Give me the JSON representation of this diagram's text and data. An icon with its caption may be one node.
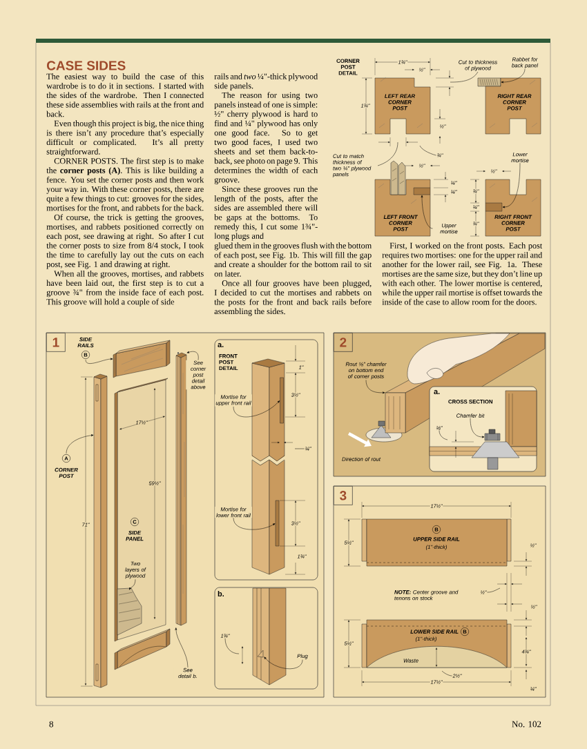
{
  "diagram": {
    "title": "CASE SIDES",
    "nodes": [
      {
        "text": [
          "LEFT REAR CORNER POST"
        ]
      },
      {
        "text": [
          "Cut to thickness of plywood"
        ]
      },
      {
        "text": [
          "Rabbet for back panel"
        ]
      },
      {
        "text": [],
        "shape": "picture"
      },
      {
        "text": [
          "RIGHT REAR CORNER POST"
        ]
      },
      {
        "text": [
          "Cut to match thickness of two ¼\" plywood panels"
        ]
      },
      {
        "text": [
          "Lower mortise"
        ]
      },
      {
        "text": [
          "LEFT FRONT CORNER POST"
        ]
      },
      {
        "text": [],
        "shape": "box",
        "in": 7
      },
      {
        "text": [
          "Upper mortise"
        ]
      },
      {
        "text": [
          "RIGHT FRONT CORNER POST"
        ]
      },
      {
        "text": [],
        "shape": "box",
        "in": 10
      },
      {
        "text": [
          "1"
        ]
      },
      {
        "text": [
          "SIDE RAILS",
          "B"
        ],
        "in": 12
      },
      {
        "text": [],
        "shape": "picture",
        "in": 12
      },
      {
        "text": [
          "A",
          "CORNER POST"
        ],
        "in": 12
      },
      {
        "text": [],
        "shape": "picture",
        "in": 12
      },
      {
        "text": [
          "SIDE PANEL"
        ],
        "in": 12
      },
      {
        "text": [
          "Two layers of plywood"
        ],
        "in": 17
      },
      {
        "text": [],
        "shape": "picture",
        "in": 17
      },
      {
        "text": [],
        "shape": "picture",
        "in": 12
      },
      {
        "text": [],
        "shape": "picture",
        "in": 12
      },
      {
        "text": [
          "See corner post detail above"
        ],
        "in": 12
      },
      {
        "text": [
          "See detail b."
        ],
        "in": 12
      },
      {
        "text": [
          "a.",
          "FRONT POST DETAIL"
        ],
        "in": 12
      },
      {
        "text": [
          "Mortise for upper front rail"
        ],
        "in": 24
      },
      {
        "text": [],
        "shape": "box",
        "in": 24
      },
      {
        "text": [
          "Mortise for lower front rail"
        ],
        "in": 24
      },
      {
        "text": [],
        "shape": "box",
        "in": 24
      },
      {
        "text": [
          "b."
        ],
        "in": 12
      },
      {
        "text": [
          "Plug"
        ],
        "in": 29
      },
      {
        "text": [],
        "shape": "picture",
        "in": 29
      },
      {
        "text": [
          "2"
        ]
      },
      {
        "text": [
          "Rout ⅛\" chamfer on bottom end of corner posts"
        ],
        "in": 32
      },
      {
        "text": [],
        "shape": "picture",
        "in": 32
      },
      {
        "text": [
          "a.",
          "CROSS SECTION"
        ],
        "in": 32
      },
      {
        "text": [
          "Chamfer bit"
        ],
        "in": 35
      },
      {
        "text": [],
        "shape": "picture",
        "in": 35
      },
      {
        "text": [
          "3"
        ]
      },
      {
        "text": [
          "B",
          "UPPER SIDE RAIL",
          "(1\"-thick)"
        ],
        "in": 38
      },
      {
        "text": [
          "LOWER SIDE RAIL",
          "B",
          "(1\"-thick)"
        ],
        "in": 38
      },
      {
        "text": [
          "Waste"
        ],
        "in": 40
      },
      {
        "text": [
          "¾\""
        ]
      },
      {
        "text": [
          "¼\""
        ],
        "in": 24
      },
      {
        "text": [
          "1¾\""
        ],
        "in": 29
      },
      {
        "text": [
          "⅛\""
        ],
        "in": 35
      },
      {
        "text": [
          "½\""
        ],
        "in": 38
      },
      {
        "text": [
          "2½\""
        ],
        "in": 38
      },
      {
        "text": [
          "C"
        ],
        "in": 17
      }
    ],
    "edges": [
      {
        "from": 1,
        "to": null,
        "arrow": "none"
      },
      {
        "from": 2,
        "to": 3,
        "arrow": "to"
      },
      {
        "from": 5,
        "to": null,
        "arrow": "none"
      },
      {
        "from": 6,
        "to": 11,
        "arrow": "to"
      },
      {
        "from": 9,
        "to": 8,
        "arrow": "to"
      },
      {
        "from": 13,
        "to": 14,
        "arrow": "to"
      },
      {
        "from": 15,
        "to": 16,
        "arrow": "to"
      },
      {
        "from": 18,
        "to": 19,
        "arrow": "to"
      },
      {
        "from": 22,
        "to": 21,
        "arrow": "to"
      },
      {
        "from": 23,
        "to": 21,
        "arrow": "to"
      },
      {
        "from": 25,
        "to": 26,
        "arrow": "to"
      },
      {
        "from": 27,
        "to": 28,
        "arrow": "to"
      },
      {
        "from": 30,
        "to": 31,
        "arrow": "to"
      },
      {
        "from": 33,
        "to": 34,
        "arrow": "to"
      },
      {
        "from": 36,
        "to": 37,
        "arrow": "to"
      },
      {
        "from": 42,
        "to": null,
        "arrow": "none"
      },
      {
        "from": 43,
        "to": null,
        "arrow": "none"
      },
      {
        "from": 44,
        "to": null,
        "arrow": "none"
      },
      {
        "from": 45,
        "to": null,
        "arrow": "none"
      },
      {
        "from": 46,
        "to": null,
        "arrow": "none"
      },
      {
        "from": 47,
        "to": null,
        "arrow": "none"
      }
    ],
    "labels": [
      "The easiest way to build the case of this wardrobe is to do it in sections. I started with the sides of the wardrobe. Then I connected these side assemblies with rails at the front and back.",
      "Even though this project is big, the nice thing is there isn’t any procedure that’s especially difficult or complicated. It’s all pretty straightforward.",
      "CORNER POSTS. The first step is to make the **corner posts (A)**. This is like building a fence. You set the corner posts and then work your way in. With these corner posts, there are quite a few things to cut: grooves for the sides, mortises for the front, and rabbets for the back.",
      "Of course, the trick is getting the grooves, mortises, and rabbets positioned correctly on each post, see drawing at right. So after I cut the corner posts to size from 8/4 stock, I took the time to carefully lay out the cuts on each post, see Fig. 1 and drawing at right.",
      "When all the grooves, mortises, and rabbets have been laid out, the first step is to cut a groove ¾\" from the inside face of each post. This groove will hold a couple of side",
      "rails and *two* ¼\"-thick plywood side panels.",
      "The reason for using two panels instead of one is simple: ½\" cherry plywood is hard to find and ¼\" plywood has only one good face. So to get two good faces, I used two sheets and set them back-to-back, see photo on page 9. This determines the width of each groove.",
      "Since these grooves run the length of the posts, after the sides are assembled there will be gaps at the bottoms. To remedy this, I cut some 1¾\"-long plugs and",
      "glued them in the grooves flush with the bottom of each post, see Fig. 1b. This will fill the gap and create a shoulder for the bottom rail to sit on later.",
      "Once all four grooves have been plugged, I decided to cut the mortises and rabbets on the posts for the front and back rails before assembling the sides.",
      "CORNER POST DETAIL",
      "1¾\"",
      "½\"",
      "1¾\"",
      "½\"",
      "½\"",
      "¼\"",
      "¼\"",
      "½\"",
      "¾\"",
      "¼\"",
      "¾\"",
      "First, I worked on the front posts. Each post requires two mortises: one for the upper rail and another for the lower rail, see Fig. 1a. These mortises are the same size, but they don’t line up with each other. The lower mortise is centered, while the upper rail mortise is offset towards the inside of the case to allow room for the doors.",
      "17½\"",
      "59½\"",
      "71\"",
      "1\"",
      "3½\"",
      "3½\"",
      "1¾\"",
      "Direction of rout",
      "17½\"",
      "5½\"",
      "½\"",
      "**NOTE:** Center groove and tenons on stock",
      "½\"",
      "5½\"",
      "4¾\"",
      "17½\"",
      "¼\"",
      "8",
      "No. 102"
    ]
  }
}
